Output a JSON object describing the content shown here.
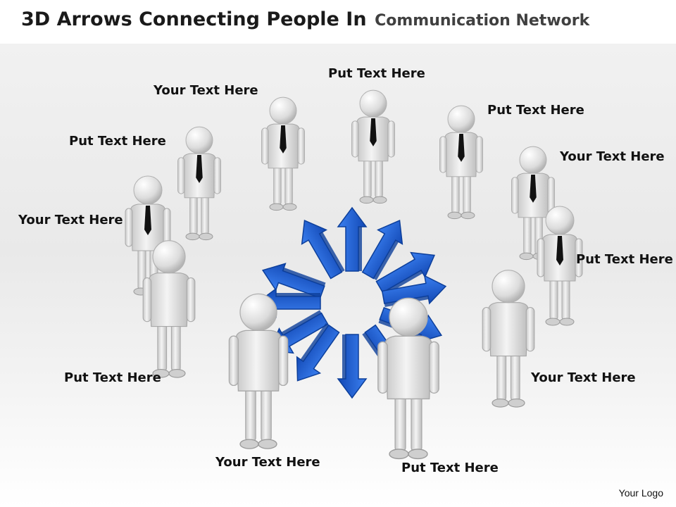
{
  "title": {
    "main": "3D Arrows Connecting People In",
    "sub": "Communication Network"
  },
  "labels": [
    "Put Text Here",
    "Your Text Here",
    "Put Text Here",
    "Put Text Here",
    "Your Text Here",
    "Your Text Here",
    "Put Text Here",
    "Put Text Here",
    "Your Text Here",
    "Your Text Here",
    "Put Text Here"
  ],
  "logo": "Your Logo",
  "colors": {
    "arrow": "#1e5fd0",
    "arrow_dark": "#0d3f9a",
    "figure": "#e6e6e6",
    "tie": "#111111"
  }
}
